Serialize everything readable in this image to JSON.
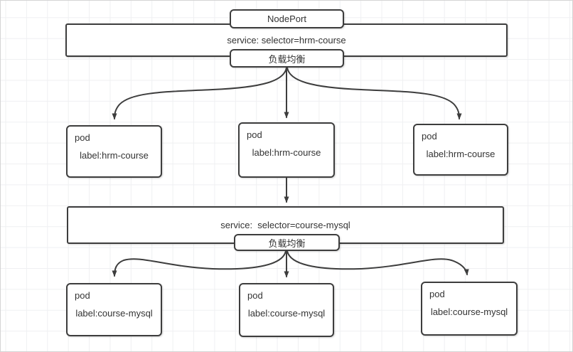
{
  "canvas": {
    "background_color": "#ffffff",
    "grid_color": "#eff0f2",
    "shape_border_color": "#3d3d3d",
    "text_color": "#333333"
  },
  "diagram": {
    "nodeport": {
      "label": "NodePort"
    },
    "service_hrm": {
      "label": "service: selector=hrm-course"
    },
    "lb_top": {
      "label": "负载均衡"
    },
    "pods_hrm": [
      {
        "title": "pod",
        "label": "label:hrm-course"
      },
      {
        "title": "pod",
        "label": "label:hrm-course"
      },
      {
        "title": "pod",
        "label": "label:hrm-course"
      }
    ],
    "service_mysql": {
      "label": "service:  selector=course-mysql"
    },
    "lb_bottom": {
      "label": "负载均衡"
    },
    "pods_mysql": [
      {
        "title": "pod",
        "label": "label:course-mysql"
      },
      {
        "title": "pod",
        "label": "label:course-mysql"
      },
      {
        "title": "pod",
        "label": "label:course-mysql"
      }
    ]
  }
}
